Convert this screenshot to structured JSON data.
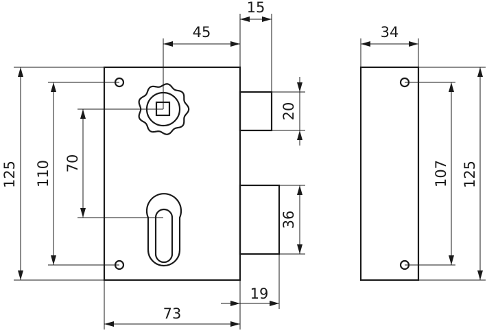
{
  "dimensions": {
    "front_width": "73",
    "front_height": "125",
    "hole_spacing": "110",
    "spindle_to_cylinder": "70",
    "spindle_backset": "45",
    "latch_width": "15",
    "latch_height": "20",
    "deadbolt_height": "36",
    "deadbolt_throw": "19",
    "side_depth": "34",
    "side_hole_spacing": "107",
    "side_height": "125"
  },
  "colors": {
    "line": "#1a1a1a",
    "background": "#ffffff"
  },
  "icons": {
    "spindle_square": "square-spindle-icon",
    "cylinder": "euro-cylinder-cutout-icon",
    "screw_hole": "screw-hole-icon"
  }
}
